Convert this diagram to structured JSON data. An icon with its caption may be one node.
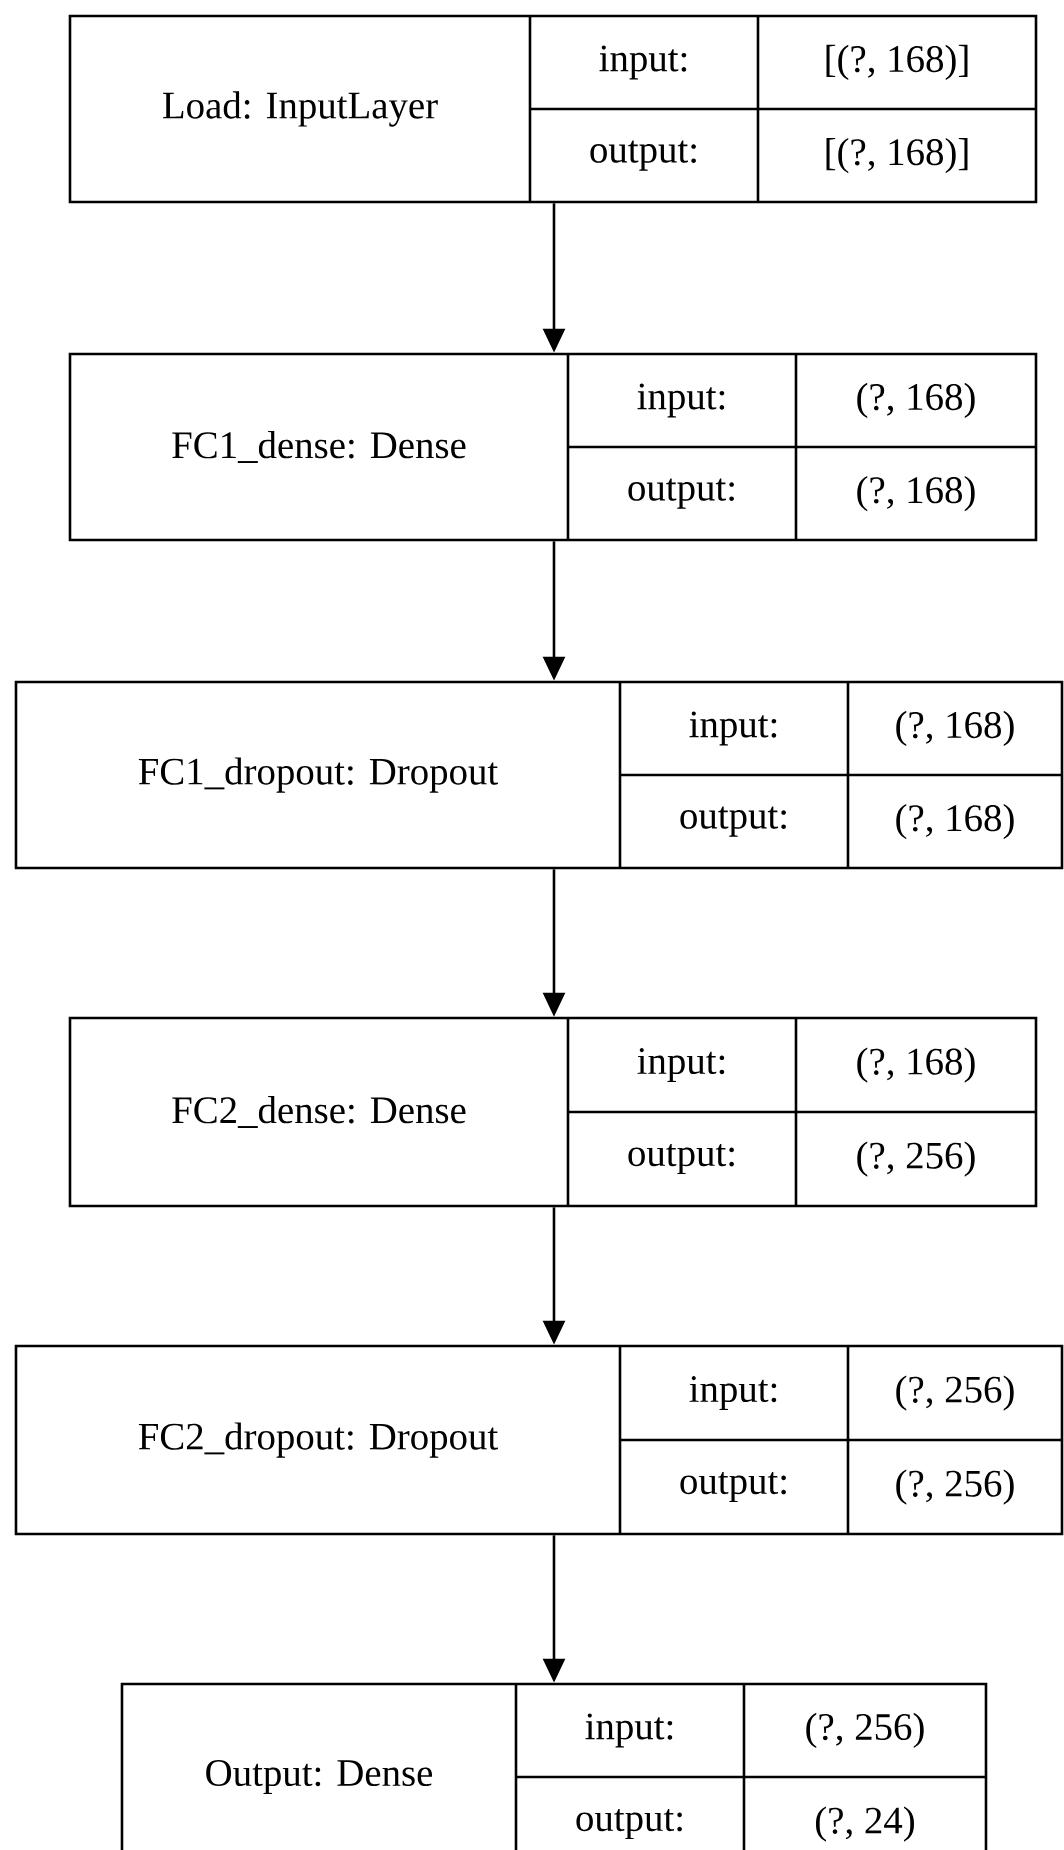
{
  "diagram": {
    "nodes": [
      {
        "text": [
          "Load: InputLayer",
          "input:",
          "[(?, 168)]",
          "output:",
          "[(?, 168)]"
        ]
      },
      {
        "text": [
          "FC1_dense: Dense",
          "input:",
          "(?, 168)",
          "output:",
          "(?, 168)"
        ]
      },
      {
        "text": [
          "FC1_dropout: Dropout",
          "input:",
          "(?, 168)",
          "output:",
          "(?, 168)"
        ]
      },
      {
        "text": [
          "FC2_dense: Dense",
          "input:",
          "(?, 168)",
          "output:",
          "(?, 256)"
        ]
      },
      {
        "text": [
          "FC2_dropout: Dropout",
          "input:",
          "(?, 256)",
          "output:",
          "(?, 256)"
        ]
      },
      {
        "text": [
          "Output: Dense",
          "input:",
          "(?, 256)",
          "output:",
          "(?, 24)"
        ]
      }
    ],
    "edges": [
      {
        "from": 0,
        "to": 1,
        "arrow": "to"
      },
      {
        "from": 1,
        "to": 2,
        "arrow": "to"
      },
      {
        "from": 2,
        "to": 3,
        "arrow": "to"
      },
      {
        "from": 3,
        "to": 4,
        "arrow": "to"
      },
      {
        "from": 4,
        "to": 5,
        "arrow": "to"
      }
    ]
  }
}
